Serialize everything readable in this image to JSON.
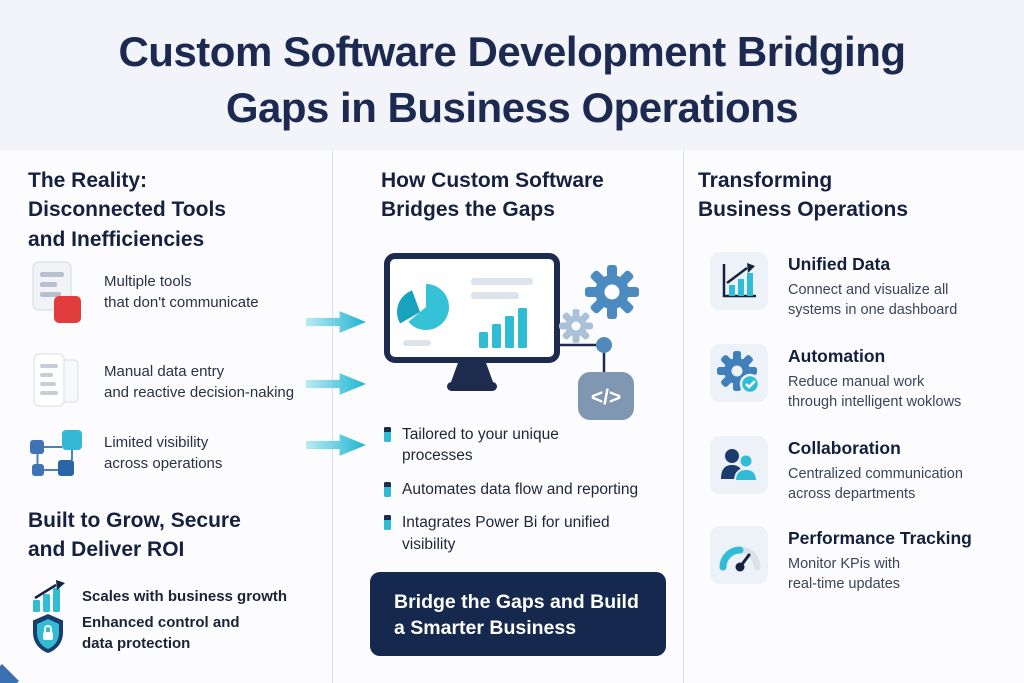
{
  "colors": {
    "navy": "#1b2a4e",
    "teal": "#2fbcd4",
    "steel_blue": "#4b8bc0",
    "red": "#e23d3d",
    "banner_bg": "#15294e",
    "header_bg": "#f3f4f9"
  },
  "header": {
    "title": "Custom Software Development Bridging\nGaps in Business Operations"
  },
  "left": {
    "reality_heading": "The Reality:\nDisconnected Tools\nand Inefficiencies",
    "pain_points": [
      {
        "icon": "tools-document-icon",
        "text": "Multiple tools\nthat don't communicate"
      },
      {
        "icon": "manual-entry-document-icon",
        "text": "Manual data entry\nand reactive decision-naking"
      },
      {
        "icon": "flowchart-icon",
        "text": "Limited visibility\nacross operations"
      }
    ],
    "growth_heading": "Built to Grow, Secure\nand Deliver ROI",
    "growth_points": [
      {
        "icon": "growth-chart-icon",
        "text": "Scales with business growth"
      },
      {
        "icon": "shield-icon",
        "text": "Enhanced control and\ndata protection"
      }
    ]
  },
  "middle": {
    "heading": "How Custom Software\nBridges the Gaps",
    "code_glyph": "</>",
    "bullets": [
      "Tailored to your unique\nprocesses",
      "Automates data flow and reporting",
      "Intagrates Power Bi for unified\nvisibility"
    ],
    "banner": "Bridge the Gaps and Build\na Smarter Business"
  },
  "right": {
    "heading": "Transforming\nBusiness Operations",
    "benefits": [
      {
        "icon": "unified-data-icon",
        "title": "Unified Data",
        "desc": "Connect and visualize all\nsystems in one dashboard"
      },
      {
        "icon": "automation-gear-icon",
        "title": "Automation",
        "desc": "Reduce manual work\nthrough intelligent woklows"
      },
      {
        "icon": "collaboration-icon",
        "title": "Collaboration",
        "desc": "Centralized communication\nacross departments"
      },
      {
        "icon": "performance-gauge-icon",
        "title": "Performance Tracking",
        "desc": "Monitor KPis with\nreal-time updates"
      }
    ]
  }
}
